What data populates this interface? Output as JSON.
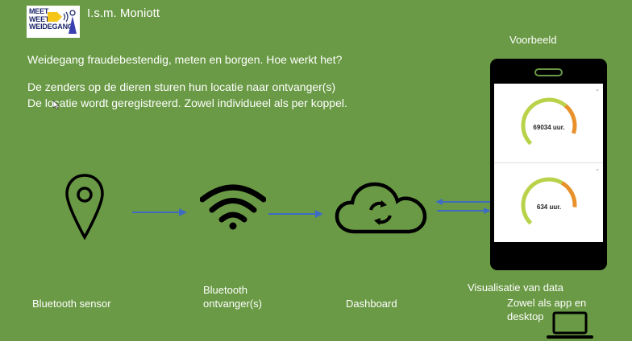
{
  "header": {
    "logo_lines": [
      "MEET",
      "WEET",
      "WEIDEGANG"
    ],
    "partner": "I.s.m. Moniott"
  },
  "intro": {
    "heading": "Weidegang fraudebestendig, meten en borgen. Hoe werkt het?",
    "line1": "De zenders op de dieren sturen hun locatie naar ontvanger(s)",
    "line2": "De locatie wordt geregistreerd. Zowel individueel als per koppel."
  },
  "steps": {
    "sensor": "Bluetooth sensor",
    "receiver_line1": "Bluetooth",
    "receiver_line2": "ontvanger(s)",
    "dashboard": "Dashboard",
    "visualisation": "Visualisatie van data",
    "platform_line1": "Zowel als app en",
    "platform_line2": "desktop"
  },
  "example": {
    "title": "Voorbeeld",
    "gauges": [
      {
        "label": "69034 uur.",
        "fill_fraction": 0.9
      },
      {
        "label": "634 uur.",
        "fill_fraction": 0.85
      }
    ]
  },
  "colors": {
    "background": "#6a9a45",
    "arrow": "#3f6cc0",
    "gauge_green": "#b8d24a",
    "gauge_orange": "#e8902a"
  }
}
